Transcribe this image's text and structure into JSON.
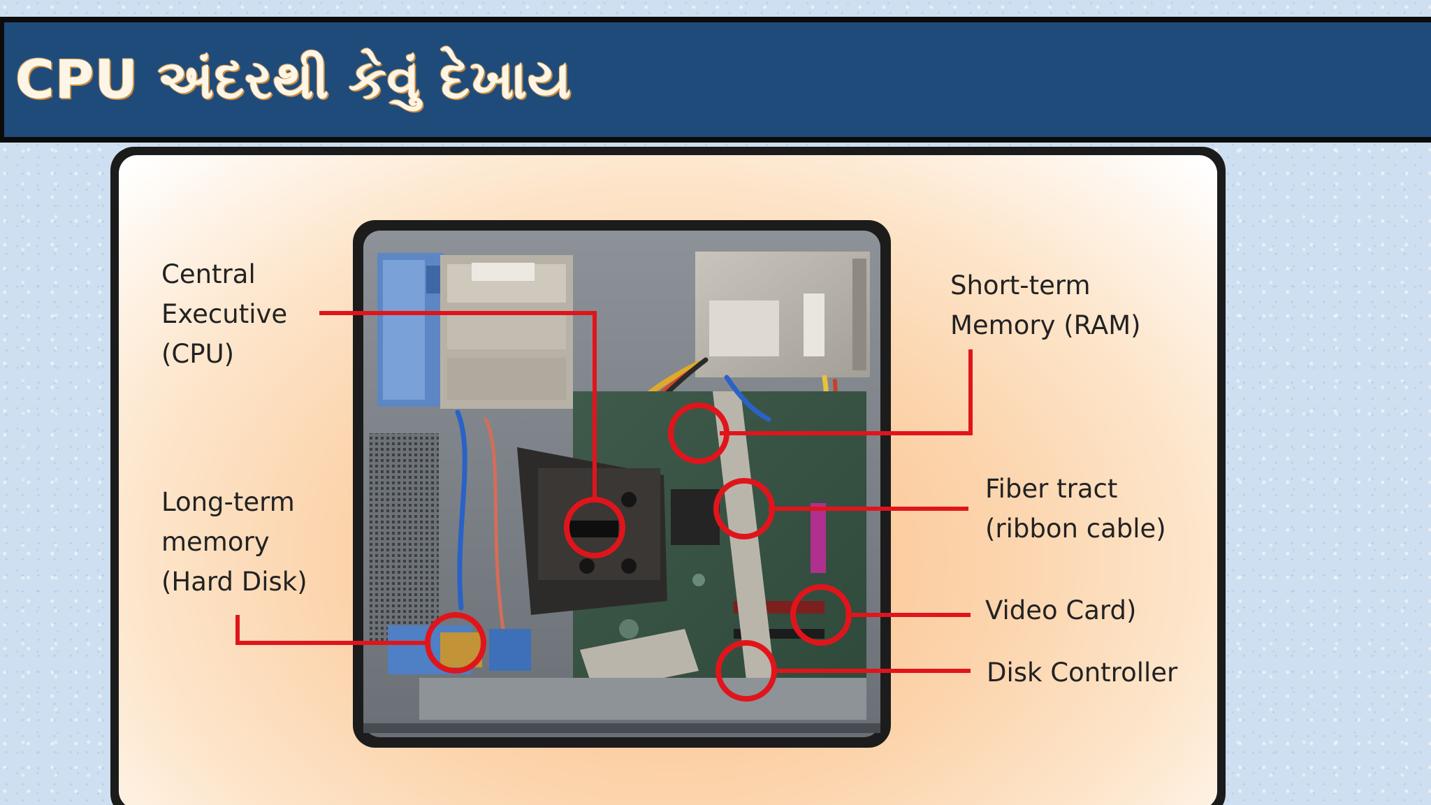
{
  "header": {
    "title": "CPU અંદરથી  કેવું દેખાય"
  },
  "labels": {
    "cpu": {
      "line1": "Central",
      "line2": "Executive",
      "line3": "(CPU)"
    },
    "ram": {
      "line1": "Short-term",
      "line2": "Memory (RAM)"
    },
    "hdd": {
      "line1": "Long-term",
      "line2": "memory",
      "line3": "(Hard Disk)"
    },
    "fiber": {
      "line1": "Fiber tract",
      "line2": "(ribbon cable)"
    },
    "video": {
      "line1": "Video Card)"
    },
    "disk": {
      "line1": "Disk Controller"
    }
  },
  "colors": {
    "header_bg": "#1f4b7b",
    "title_text": "#fdf6e6",
    "callout": "#e0151b",
    "label_text": "#222222"
  }
}
